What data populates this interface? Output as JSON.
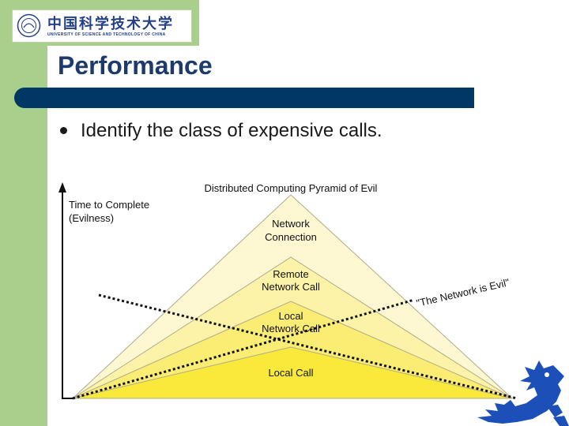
{
  "logo": {
    "chinese_name": "中国科学技术大学",
    "english_name": "UNIVERSITY OF SCIENCE AND TECHNOLOGY OF CHINA"
  },
  "slide": {
    "title": "Performance",
    "bullets": [
      "Identify the class of expensive calls."
    ]
  },
  "diagram": {
    "title": "Distributed Computing Pyramid of Evil",
    "axis_label_line1": "Time to Complete",
    "axis_label_line2": "(Evilness)",
    "levels": [
      {
        "line1": "Network",
        "line2": "Connection"
      },
      {
        "line1": "Remote",
        "line2": "Network Call"
      },
      {
        "line1": "Local",
        "line2": "Network Call"
      },
      {
        "line1": "Local Call",
        "line2": ""
      }
    ],
    "quote": "\"The Network is Evil\"",
    "colors": {
      "tier_top": "#fdf8d2",
      "tier_2": "#fcf3a8",
      "tier_3": "#fbec74",
      "tier_bottom": "#f8e93a",
      "accent_title_bar": "#003865",
      "sidebar": "#a9cf8c",
      "dragon": "#1c50b8"
    }
  }
}
